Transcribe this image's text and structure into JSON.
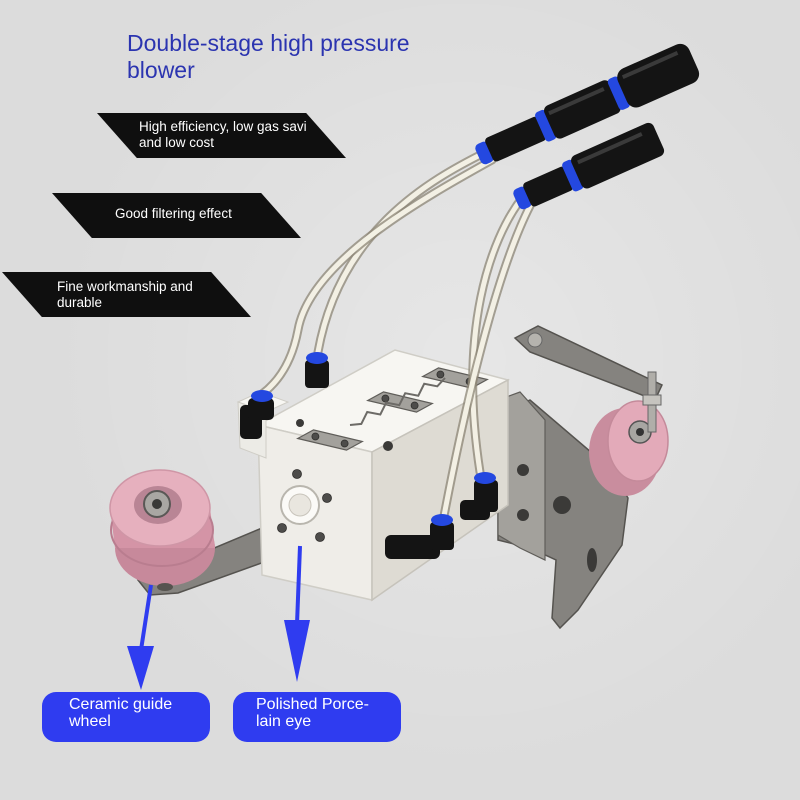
{
  "title_lines": [
    "Double-stage high pressure",
    "blower"
  ],
  "features": [
    {
      "lines": [
        "High efficiency, low gas savi",
        "and low cost"
      ]
    },
    {
      "lines": [
        "Good filtering effect"
      ]
    },
    {
      "lines": [
        "Fine workmanship and",
        "durable"
      ]
    }
  ],
  "callouts": [
    {
      "lines": [
        "Ceramic guide",
        "wheel"
      ]
    },
    {
      "lines": [
        "Polished Porce-",
        "lain eye"
      ]
    }
  ],
  "colors": {
    "background": "#dcdcdc",
    "title": "#2b34b0",
    "banner": "#0f0f0f",
    "banner_text": "#ffffff",
    "accent": "#2f3cf0"
  }
}
